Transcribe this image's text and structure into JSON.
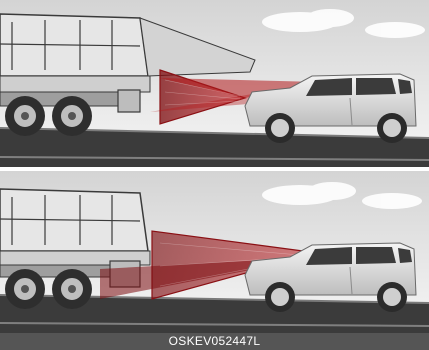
{
  "figure": {
    "caption": "OSKEV052447L",
    "colors": {
      "sky_top": "#d9d9d9",
      "sky_bottom": "#f4f4f4",
      "road": "#3b3b3b",
      "road_edge": "#7a7a7a",
      "truck_body": "#e4e4e4",
      "truck_outline": "#3a3a3a",
      "car_body": "#e9e9e9",
      "sensor_beam": "#b3191c",
      "caption_bar": "#555555"
    },
    "panels": [
      {
        "scene": "upper",
        "detection_zone": "low-rear-bumper"
      },
      {
        "scene": "lower",
        "detection_zone": "high-load-bed"
      }
    ]
  }
}
